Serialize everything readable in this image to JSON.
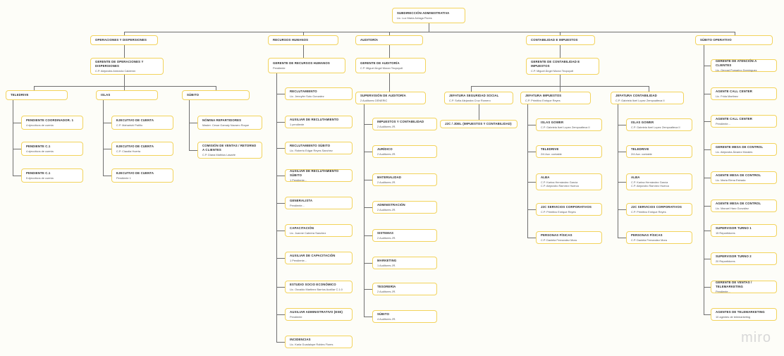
{
  "watermark": "miro",
  "root": {
    "title": "SUBDIRECCIÓN ADMINISTRATIVA",
    "subtitle": "Lic. Luz María Arriaga Flores"
  },
  "divisions": [
    {
      "name": "OPERACIONES Y DISPERSIONES"
    },
    {
      "name": "RECURSOS HUMANOS"
    },
    {
      "name": "AUDITORÍA"
    },
    {
      "name": "CONTABILIDAD E IMPUESTOS"
    },
    {
      "name": "SÚBITO OPERATIVO"
    }
  ],
  "managers": [
    {
      "title": "GERENTE DE OPERACIONES Y DISPERSIONES",
      "subtitle": "C.P. Alejandra Amezola Calderón"
    },
    {
      "title": "GERENTE DE RECURSOS HUMANOS",
      "subtitle": "Pendiente"
    },
    {
      "title": "GERENTE DE AUDITORÍA",
      "subtitle": "C.P. Miguel Ángel Moran Tecpoyotl"
    },
    {
      "title": "GERENTE DE CONTABILIDAD E IMPUESTOS",
      "subtitle": "C.P. Miguel Ángel Moran Tecpoyotl"
    }
  ],
  "operaciones": {
    "groups": [
      {
        "name": "TELEDRIVE",
        "items": [
          {
            "title": "Pendiente Coordinador. 1",
            "subtitle": "4 ejecutivos de cuenta"
          },
          {
            "title": "Pendiente C.1",
            "subtitle": "4 ejecutivos de cuenta"
          },
          {
            "title": "Pendiente C.1",
            "subtitle": "5 ejecutivos de cuenta"
          }
        ]
      },
      {
        "name": "ISLAS",
        "items": [
          {
            "title": "EJECUTIVO DE CUENTA",
            "subtitle": "C.P. Maharishi Patiño"
          },
          {
            "title": "EJECUTIVO DE CUENTA",
            "subtitle": "C.P. Claudia Huerta"
          },
          {
            "title": "EJECUTIVO DE CUENTA",
            "subtitle": "Pendiente 1"
          }
        ]
      },
      {
        "name": "SÚBITO",
        "items": [
          {
            "title": "NÓMINA REPARTIDORES",
            "subtitle": "Master. Cesar Gamaly Navarro Roque"
          },
          {
            "title": "COMISIÓN DE VENTAS / RETORNO A CLIENTES",
            "subtitle": "C.P. Diana Mathius Lasarte"
          }
        ]
      }
    ]
  },
  "recursos_humanos": {
    "items": [
      {
        "title": "RECLUTAMIENTO",
        "subtitle": "Lic. Jennyfer Soto Gonzalez"
      },
      {
        "title": "AUXILIAR DE RECLUTAMIENTO",
        "subtitle": "1 pendiente"
      },
      {
        "title": "RECLUTAMIENTO SÚBITO",
        "subtitle": "Lic. Roberto Edgar Reyes Sanchez"
      },
      {
        "title": "AUXILIAR DE RECLUTAMIENTO SÚBITO",
        "subtitle": "1 Pendiente..."
      },
      {
        "title": "GENERALISTA",
        "subtitle": "Pendiente..."
      },
      {
        "title": "CAPACITACIÓN",
        "subtitle": "Lic. Joanne Cabrera Sanchez"
      },
      {
        "title": "AUXILIAR DE CAPACITACIÓN",
        "subtitle": "1 Pendiente..."
      },
      {
        "title": "ESTUDIO SOCIO ECONÓMICO",
        "subtitle": "Lic. Osvaldo Martinez Barrios Auxiliar C.1.0"
      },
      {
        "title": "AUXILIAR ADMINISTRATIVO (ESE)",
        "subtitle": "Pendiente"
      },
      {
        "title": "INCIDENCIAS",
        "subtitle": "Lic. Karla Guadalupe Robles Flores"
      }
    ]
  },
  "auditoria": {
    "supervision": {
      "title": "SUPERVISIÓN DE AUDITORÍA",
      "subtitle": "2 Auditores GENERIC"
    },
    "items": [
      {
        "title": "IMPUESTOS Y CONTABILIDAD",
        "subtitle": "2 Auditores JR."
      },
      {
        "title": "JURÍDICO",
        "subtitle": "2 Auditores JR."
      },
      {
        "title": "MATERIALIDAD",
        "subtitle": "2 Auditores JR."
      },
      {
        "title": "ADMINISTRACIÓN",
        "subtitle": "2 Auditores JR."
      },
      {
        "title": "SISTEMAS",
        "subtitle": "2 Auditores JR."
      },
      {
        "title": "MARKETING",
        "subtitle": "1 Auditores JR."
      },
      {
        "title": "TESORERÍA",
        "subtitle": "2 Auditores JR."
      },
      {
        "title": "SÚBITO",
        "subtitle": "4 Auditores JR."
      }
    ]
  },
  "contabilidad": {
    "jefaturas": [
      {
        "title": "JEFATURA SEGURIDAD SOCIAL",
        "subtitle": "C.P. Sofía Alejandra Cruz Romero",
        "items": [
          {
            "title": "J2C / JDEL (IMPUESTOS Y CONTABILIDAD)",
            "subtitle": ""
          }
        ]
      },
      {
        "title": "JEFATURA IMPUESTOS",
        "subtitle": "C.P. Primitivo Enrique Reyes",
        "items": [
          {
            "title": "ISLAS GOWER",
            "subtitle": "C.P. Gabriela Itzel Lopez Zempoalteca II"
          },
          {
            "title": "TELEDRIVE",
            "subtitle": "2/4 Aux. contable"
          },
          {
            "title": "ALBA",
            "subtitle": "C.P. Karina Hernández García",
            "subtitle2": "C.P. Alejandro Ramírez Huerca"
          },
          {
            "title": "J2C SERVICIOS CORPORATIVOS",
            "subtitle": "C.P. Primitivo Enrique Reyes"
          },
          {
            "title": "PERSONAS FÍSICAS",
            "subtitle": "C.P. Daniela Fernandez Mora"
          }
        ]
      },
      {
        "title": "JEFATURA CONTABILIDAD",
        "subtitle": "C.P. Gabriela Itzel Lopez Zempoalteca II",
        "items": [
          {
            "title": "ISLAS GOWER",
            "subtitle": "C.P. Gabriela Itzel Lopez Zempoalteca II"
          },
          {
            "title": "TELEDRIVE",
            "subtitle": "2/4 Aux. contable"
          },
          {
            "title": "ALBA",
            "subtitle": "C.P. Karina Hernández García",
            "subtitle2": "C.P. Alejandro Ramírez Huerca"
          },
          {
            "title": "J2C SERVICIOS CORPORATIVOS",
            "subtitle": "C.P. Primitivo Enrique Reyes"
          },
          {
            "title": "PERSONAS FÍSICAS",
            "subtitle": "C.P. Daniela Fernandez Mora"
          }
        ]
      }
    ]
  },
  "subito_operativo": {
    "items": [
      {
        "title": "GERENTE DE ATENCIÓN A CLIENTES",
        "subtitle": "Lic. Gerzad Pumarino Domínguez"
      },
      {
        "title": "AGENTE CALL CENTER",
        "subtitle": "Lic. Frida Martinez"
      },
      {
        "title": "AGENTE CALL CENTER",
        "subtitle": "Pendiente..."
      },
      {
        "title": "GERENTE MESA DE CONTROL",
        "subtitle": "Lic. Alejandra Álvarez Morales"
      },
      {
        "title": "AGENTE MESA DE CONTROL",
        "subtitle": "Lic. Maria Elena Estrada"
      },
      {
        "title": "AGENTE MESA DE CONTROL",
        "subtitle": "Lic. Manuel Haro González"
      },
      {
        "title": "SUPERVISOR TURNO 1",
        "subtitle": "15 Repartidores"
      },
      {
        "title": "SUPERVISOR TURNO 2",
        "subtitle": "20 Repartidores"
      },
      {
        "title": "GERENTE DE VENTAS / TELEMARKETING",
        "subtitle": "Pendiente..."
      },
      {
        "title": "AGENTES DE TELEMARKETING",
        "subtitle": "10 agentes de telemarketing"
      }
    ]
  }
}
